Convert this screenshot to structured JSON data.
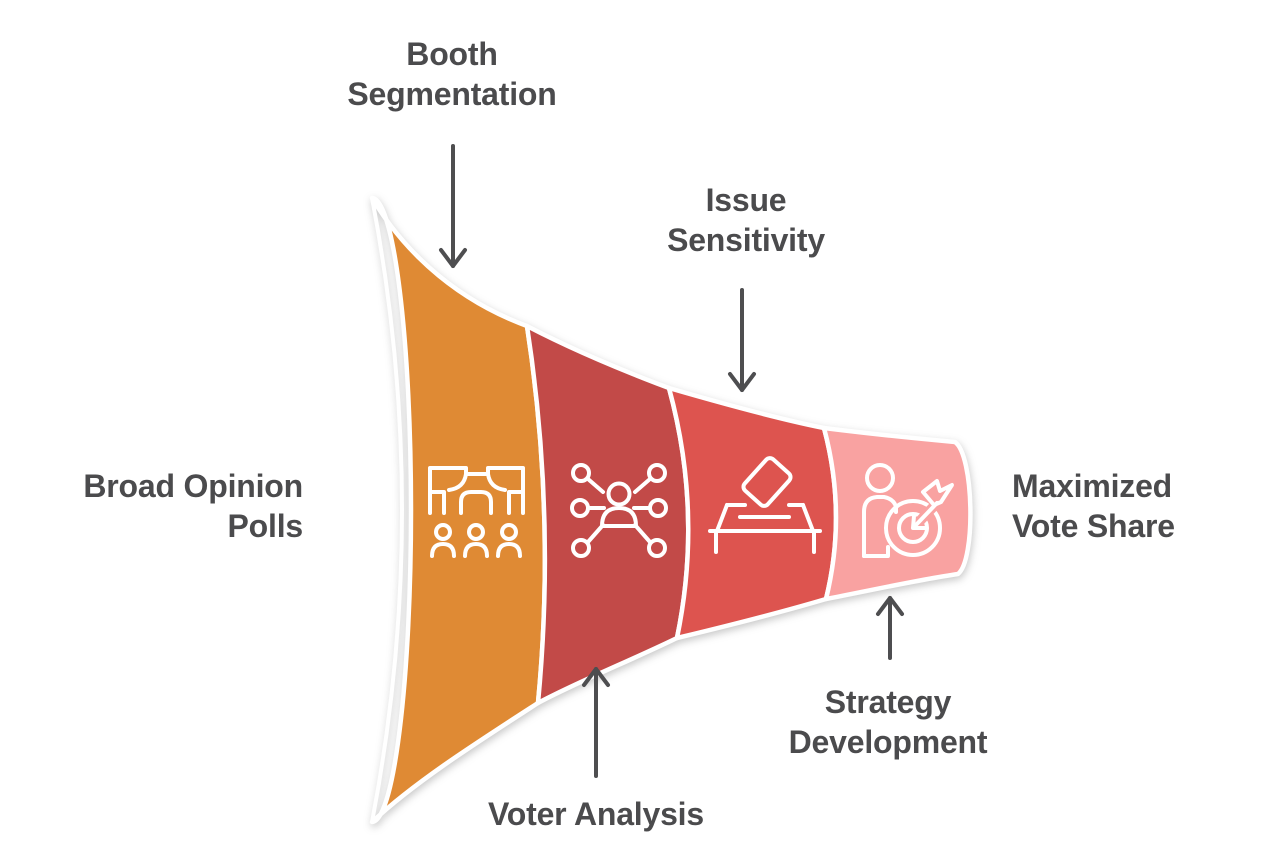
{
  "diagram": {
    "type": "horizontal-funnel",
    "description": "Election vote maximization funnel from broad opinion polls to maximized vote share",
    "input_label": "Broad Opinion Polls",
    "output_label": "Maximized Vote Share"
  },
  "colors": {
    "background": "#ffffff",
    "stage_orange": "#df8a34",
    "stage_dark_red": "#c24a48",
    "stage_red": "#dd544f",
    "stage_pink": "#f9a2a1",
    "outline_white": "#ffffff",
    "label_text": "#4b4b4d",
    "arrow_gray": "#4e4e50"
  },
  "funnel": {
    "stages": [
      {
        "name": "Booth Segmentation",
        "icon": "assembly-audience-icon",
        "color": "#df8a34"
      },
      {
        "name": "Voter Analysis",
        "icon": "voter-network-icon",
        "color": "#c24a48"
      },
      {
        "name": "Issue Sensitivity",
        "icon": "ballot-box-icon",
        "color": "#dd544f"
      },
      {
        "name": "Strategy Development",
        "icon": "strategy-target-icon",
        "color": "#f9a2a1"
      }
    ]
  },
  "labels": {
    "booth_segmentation": [
      "Booth",
      "Segmentation"
    ],
    "issue_sensitivity": [
      "Issue",
      "Sensitivity"
    ],
    "broad_opinion_polls": [
      "Broad Opinion",
      "Polls"
    ],
    "maximized_vote_share": [
      "Maximized",
      "Vote Share"
    ],
    "voter_analysis": [
      "Voter Analysis"
    ],
    "strategy_development": [
      "Strategy",
      "Development"
    ]
  },
  "annotations": [
    {
      "label": "Booth Segmentation",
      "arrow": "down",
      "points_to": "stage-1-orange"
    },
    {
      "label": "Issue Sensitivity",
      "arrow": "down",
      "points_to": "stage-3-red"
    },
    {
      "label": "Voter Analysis",
      "arrow": "up",
      "points_to": "stage-2-dark-red"
    },
    {
      "label": "Strategy Development",
      "arrow": "up",
      "points_to": "stage-4-pink"
    }
  ]
}
